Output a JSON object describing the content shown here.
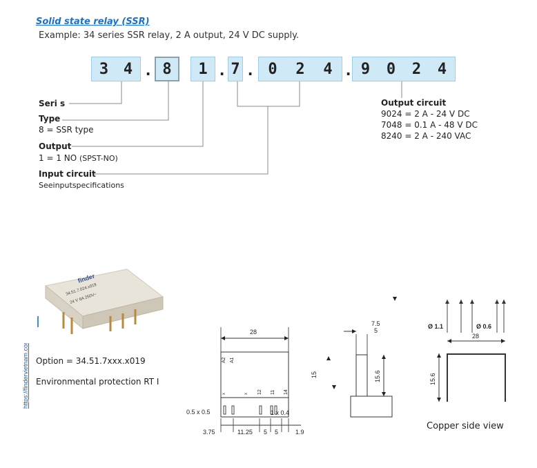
{
  "header": {
    "title": "Solid state relay (SSR)",
    "example": "Example: 34 series SSR relay, 2 A output, 24 V DC supply."
  },
  "code": {
    "series": [
      "3",
      "4"
    ],
    "type": "8",
    "output": "1",
    "input": [
      "7",
      "0",
      "2",
      "4"
    ],
    "output_circuit": [
      "9",
      "0",
      "2",
      "4"
    ],
    "dot": "."
  },
  "legend": {
    "series_label": "Seri s",
    "type_label": "Type",
    "type_value": "8 = SSR type",
    "output_label": "Output",
    "output_value_main": "1 = 1 NO ",
    "output_value_paren": "(SPST-NO)",
    "input_label": "Input circuit",
    "input_value": "Seeinputspecifications"
  },
  "output_circuit": {
    "label": "Output circuit",
    "rows": [
      "9024 =  2 A -  24 V DC",
      "7048 = 0.1 A -  48 V DC",
      "8240 =  2 A - 240 VAC"
    ]
  },
  "product": {
    "option": "Option = 34.51.7xxx.x019",
    "environment": "Environmental protection RT I",
    "side_url": "https://findervietnam.com",
    "photo_brand": "finder",
    "photo_code": "34.51.7.024.x019",
    "photo_rating": "24 V    6A  250V~"
  },
  "drawing": {
    "width_28": "28",
    "pin_a2": "A2",
    "pin_a1": "A1",
    "pin_12": "12",
    "pin_11": "11",
    "pin_14": "14",
    "pin_x": "x",
    "pin_dim": "0.5 x 0.5",
    "pin_dim2": "1 x 0.4",
    "d_375": "3.75",
    "d_1125": "11.25",
    "d_5a": "5",
    "d_5b": "5",
    "d_19": "1.9",
    "side_75": "7.5",
    "side_5": "5",
    "side_15": "15",
    "side_156": "15.6",
    "copper_11": "Ø 1.1",
    "copper_06": "Ø 0.6",
    "copper_28": "28",
    "copper_156": "15.6",
    "copper_caption": "Copper side view"
  }
}
